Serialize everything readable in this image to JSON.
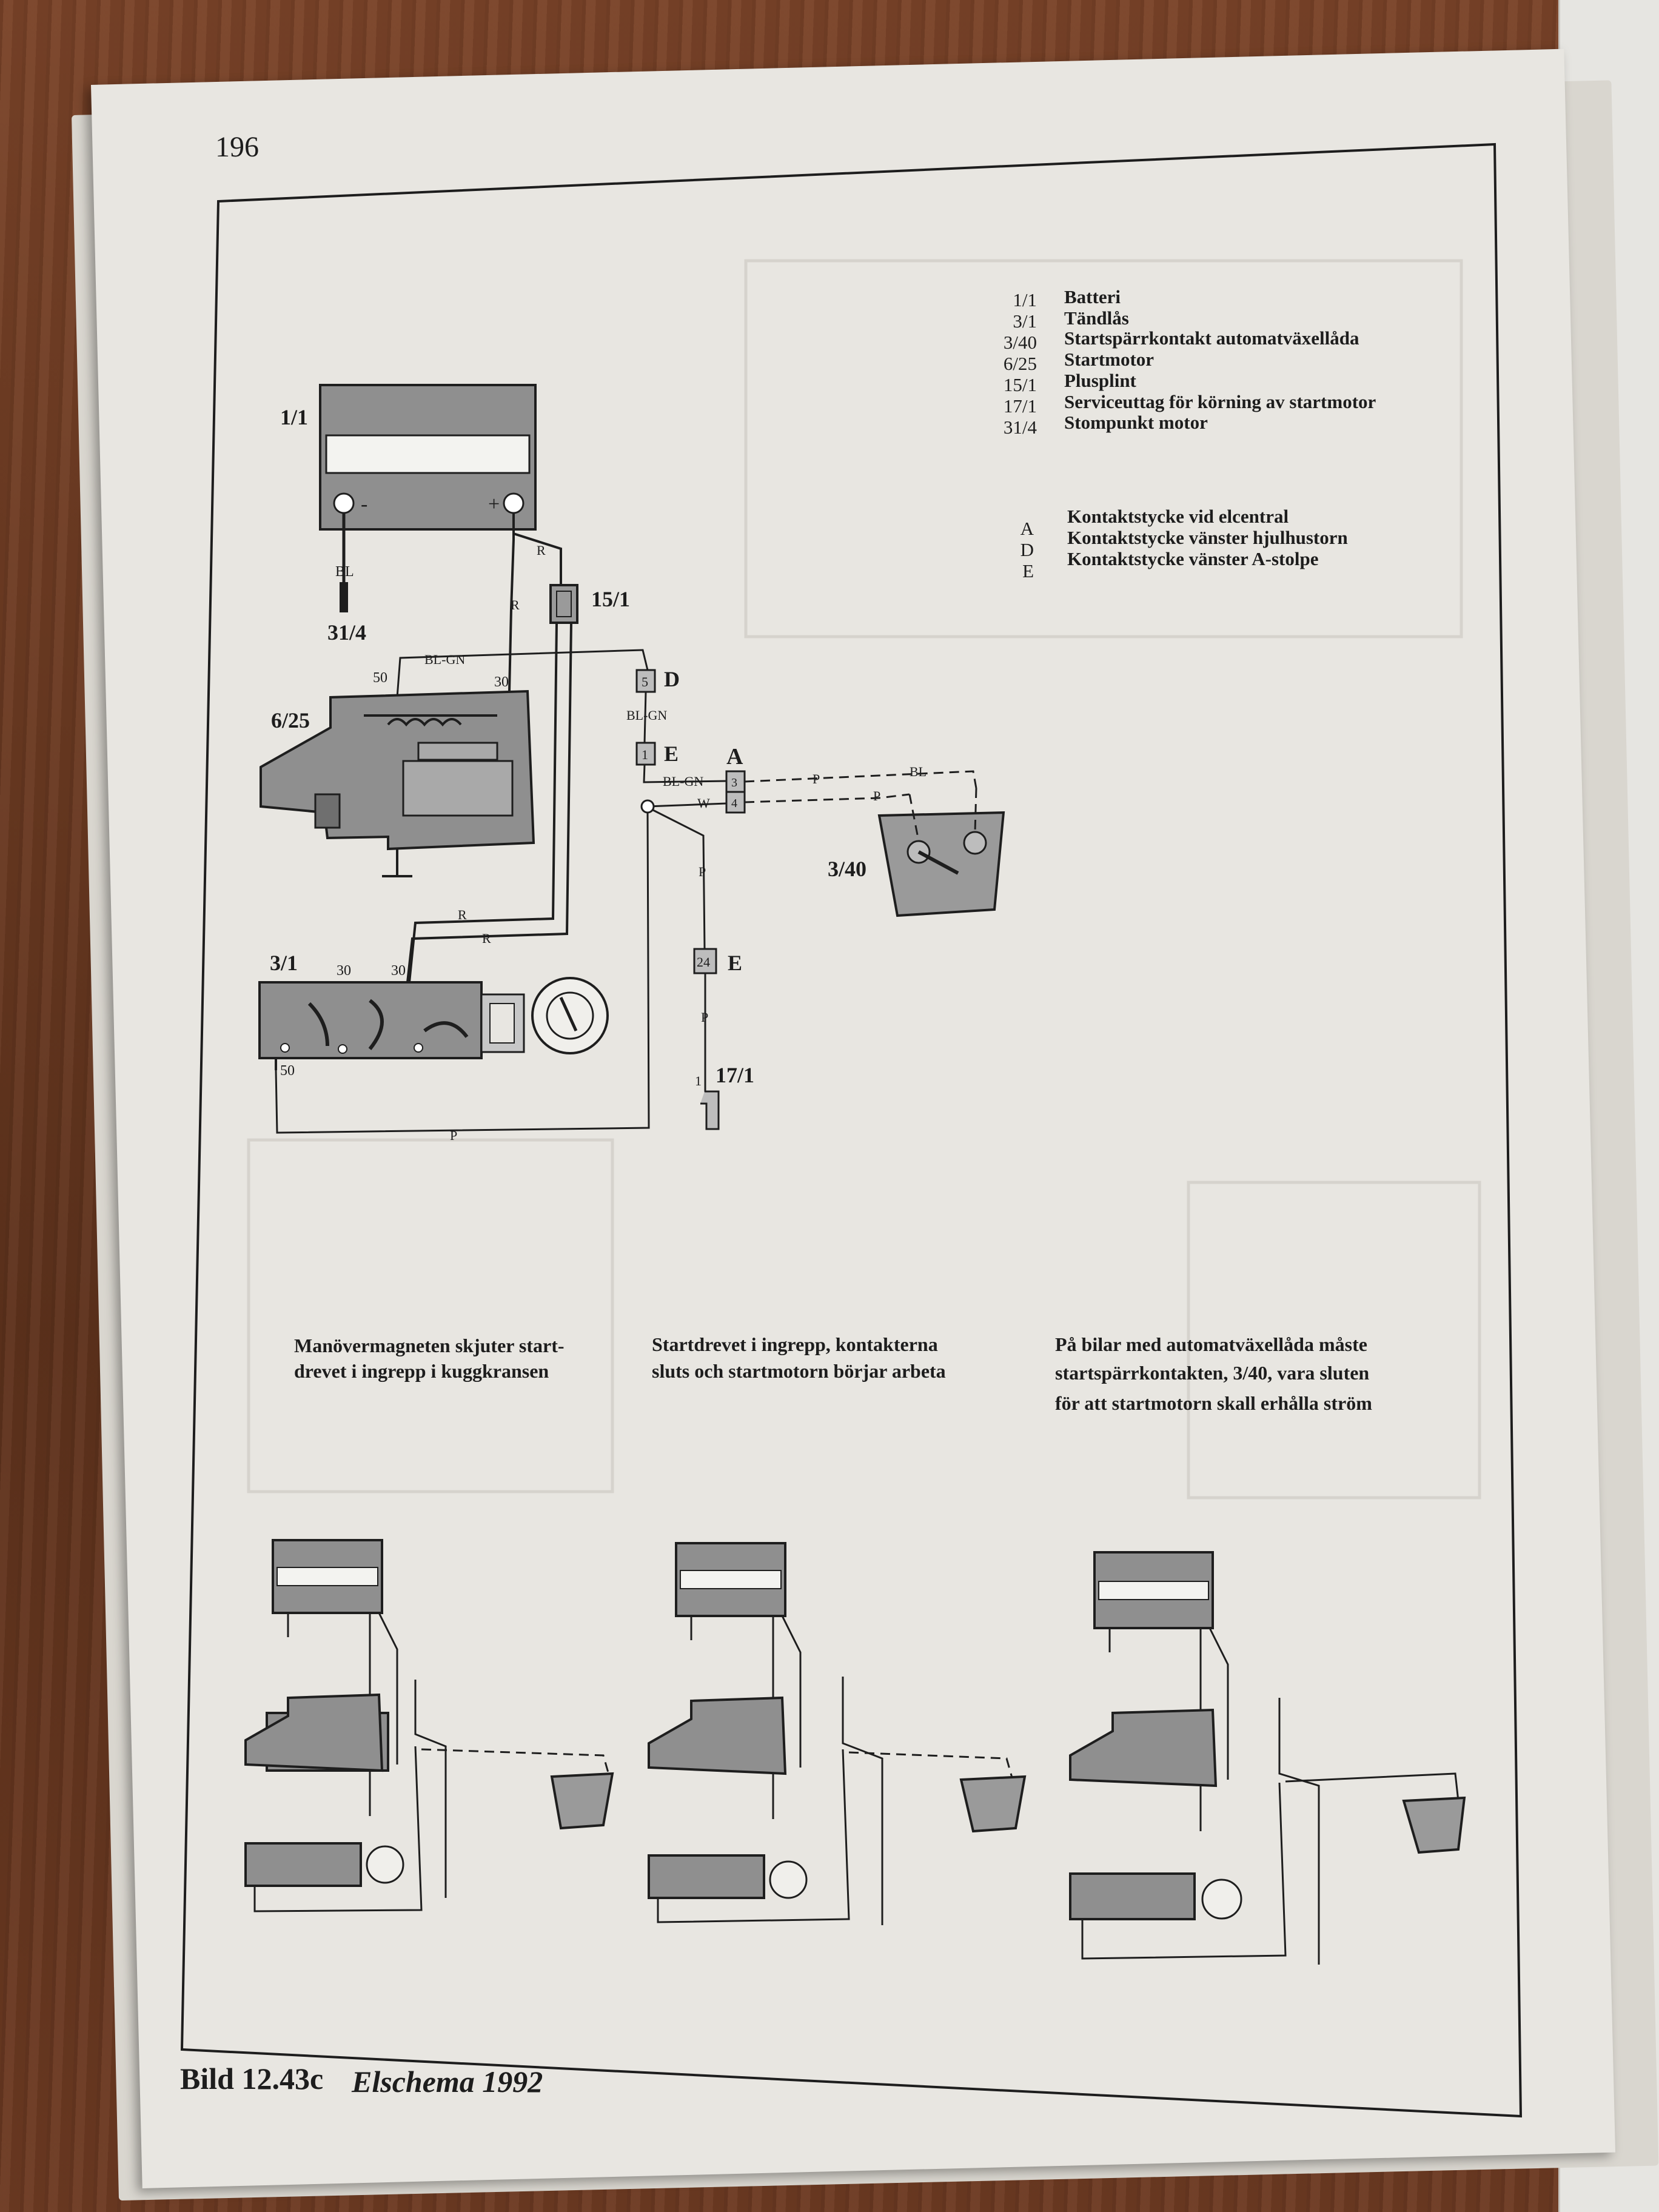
{
  "page": {
    "number": "196",
    "caption_prefix": "Bild 12.43c",
    "caption_title": "Elschema 1992"
  },
  "legend": {
    "components": [
      {
        "code": "1/1",
        "label": "Batteri"
      },
      {
        "code": "3/1",
        "label": "Tändlås"
      },
      {
        "code": "3/40",
        "label": "Startspärrkontakt automatväxellåda"
      },
      {
        "code": "6/25",
        "label": "Startmotor"
      },
      {
        "code": "15/1",
        "label": "Plusplint"
      },
      {
        "code": "17/1",
        "label": "Serviceuttag för körning av startmotor"
      },
      {
        "code": "31/4",
        "label": "Stompunkt motor"
      }
    ],
    "connectors": [
      {
        "code": "A",
        "label": "Kontaktstycke vid elcentral"
      },
      {
        "code": "D",
        "label": "Kontaktstycke vänster hjulhustorn"
      },
      {
        "code": "E",
        "label": "Kontaktstycke vänster A-stolpe"
      }
    ]
  },
  "diagram": {
    "components": {
      "battery": "1/1",
      "ground": "31/4",
      "plusplint": "15/1",
      "starter": "6/25",
      "ignition": "3/1",
      "inhibitor": "3/40",
      "service": "17/1"
    },
    "connectors": {
      "d": "D",
      "e1": "E",
      "a": "A",
      "e2": "E",
      "d_pin": "5",
      "e1_pin": "1",
      "a_pin3": "3",
      "a_pin4": "4",
      "e2_pin": "24",
      "service_pin": "1"
    },
    "wire_labels": {
      "bl": "BL",
      "r": "R",
      "bl_gn": "BL-GN",
      "w": "W",
      "p": "P"
    },
    "terminals": {
      "t50": "50",
      "t30": "30"
    },
    "battery_signs": {
      "minus": "-",
      "plus": "+"
    }
  },
  "captions": {
    "step1": [
      "Manövermagneten skjuter start-",
      "drevet i ingrepp i kuggkransen"
    ],
    "step2": [
      "Startdrevet i ingrepp, kontakterna",
      "sluts och startmotorn börjar arbeta"
    ],
    "step3": [
      "På bilar med automatväxellåda måste",
      "startspärrkontakten, 3/40, vara sluten",
      "för att startmotorn skall erhålla ström"
    ]
  },
  "colors": {
    "paper": "#e8e6e1",
    "ink": "#1d1d1d",
    "component_fill": "#8f8f8f",
    "wood": "#6b3a22"
  }
}
